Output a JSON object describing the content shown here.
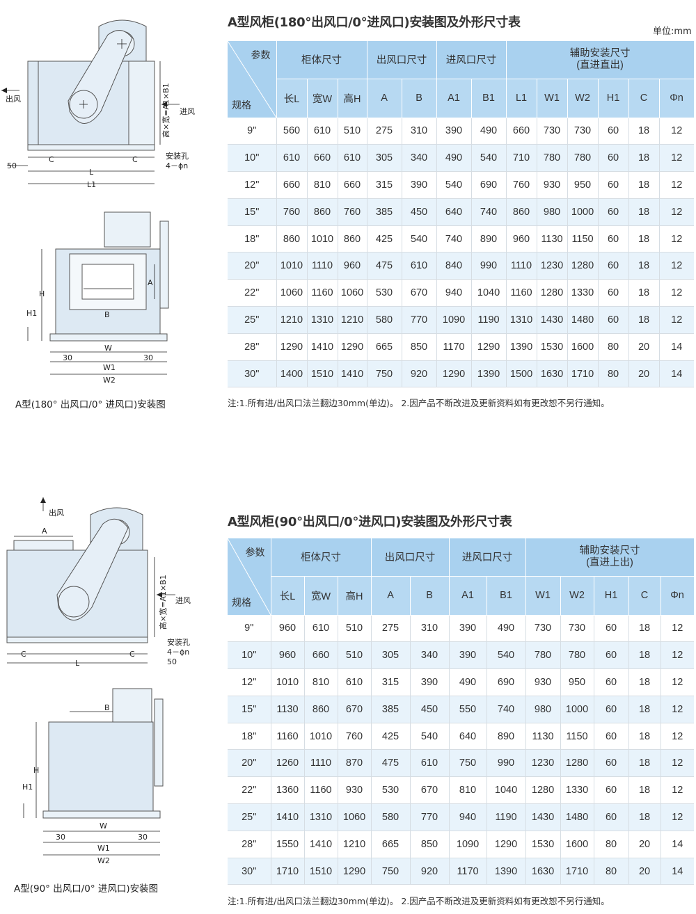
{
  "unit_label": "单位:mm",
  "section1": {
    "title": "A型风柜(180°出风口/0°进风口)安装图及外形尺寸表",
    "caption": "A型(180°  出风口/0°  进风口)安装图",
    "note": "注:1.所有进/出风口法兰翻边30mm(单边)。    2.因产品不断改进及更新资料如有更改恕不另行通知。",
    "header": {
      "param": "参数",
      "spec": "规格",
      "g1": "柜体尺寸",
      "g2": "出风口尺寸",
      "g3": "进风口尺寸",
      "g4": "辅助安装尺寸\n(直进直出)",
      "cols": [
        "长L",
        "宽W",
        "高H",
        "A",
        "B",
        "A1",
        "B1",
        "L1",
        "W1",
        "W2",
        "H1",
        "C",
        "Φn"
      ]
    },
    "rows": [
      [
        "9\"",
        "560",
        "610",
        "510",
        "275",
        "310",
        "390",
        "490",
        "660",
        "730",
        "730",
        "60",
        "18",
        "12"
      ],
      [
        "10\"",
        "610",
        "660",
        "610",
        "305",
        "340",
        "490",
        "540",
        "710",
        "780",
        "780",
        "60",
        "18",
        "12"
      ],
      [
        "12\"",
        "660",
        "810",
        "660",
        "315",
        "390",
        "540",
        "690",
        "760",
        "930",
        "950",
        "60",
        "18",
        "12"
      ],
      [
        "15\"",
        "760",
        "860",
        "760",
        "385",
        "450",
        "640",
        "740",
        "860",
        "980",
        "1000",
        "60",
        "18",
        "12"
      ],
      [
        "18\"",
        "860",
        "1010",
        "860",
        "425",
        "540",
        "740",
        "890",
        "960",
        "1130",
        "1150",
        "60",
        "18",
        "12"
      ],
      [
        "20\"",
        "1010",
        "1110",
        "960",
        "475",
        "610",
        "840",
        "990",
        "1110",
        "1230",
        "1280",
        "60",
        "18",
        "12"
      ],
      [
        "22\"",
        "1060",
        "1160",
        "1060",
        "530",
        "670",
        "940",
        "1040",
        "1160",
        "1280",
        "1330",
        "60",
        "18",
        "12"
      ],
      [
        "25\"",
        "1210",
        "1310",
        "1210",
        "580",
        "770",
        "1090",
        "1190",
        "1310",
        "1430",
        "1480",
        "60",
        "18",
        "12"
      ],
      [
        "28\"",
        "1290",
        "1410",
        "1290",
        "665",
        "850",
        "1170",
        "1290",
        "1390",
        "1530",
        "1600",
        "80",
        "20",
        "14"
      ],
      [
        "30\"",
        "1400",
        "1510",
        "1410",
        "750",
        "920",
        "1290",
        "1390",
        "1500",
        "1630",
        "1710",
        "80",
        "20",
        "14"
      ]
    ],
    "drawing": {
      "out_wind": "出风",
      "in_wind": "进风",
      "mount_hole": "安装孔",
      "holes": "4－ϕn",
      "dim_side": "高×宽=A1×B1",
      "d50": "50",
      "dC": "C",
      "dL": "L",
      "dL1": "L1",
      "dH": "H",
      "dH1": "H1",
      "dA": "A",
      "dB": "B",
      "dW": "W",
      "dW1": "W1",
      "dW2": "W2",
      "d30": "30"
    }
  },
  "section2": {
    "title": "A型风柜(90°出风口/0°进风口)安装图及外形尺寸表",
    "caption": "A型(90°  出风口/0°  进风口)安装图",
    "note": "注:1.所有进/出风口法兰翻边30mm(单边)。    2.因产品不断改进及更新资料如有更改恕不另行通知。",
    "header": {
      "param": "参数",
      "spec": "规格",
      "g1": "柜体尺寸",
      "g2": "出风口尺寸",
      "g3": "进风口尺寸",
      "g4": "辅助安装尺寸\n(直进上出)",
      "cols": [
        "长L",
        "宽W",
        "高H",
        "A",
        "B",
        "A1",
        "B1",
        "W1",
        "W2",
        "H1",
        "C",
        "Φn"
      ]
    },
    "rows": [
      [
        "9\"",
        "960",
        "610",
        "510",
        "275",
        "310",
        "390",
        "490",
        "730",
        "730",
        "60",
        "18",
        "12"
      ],
      [
        "10\"",
        "960",
        "660",
        "510",
        "305",
        "340",
        "390",
        "540",
        "780",
        "780",
        "60",
        "18",
        "12"
      ],
      [
        "12\"",
        "1010",
        "810",
        "610",
        "315",
        "390",
        "490",
        "690",
        "930",
        "950",
        "60",
        "18",
        "12"
      ],
      [
        "15\"",
        "1130",
        "860",
        "670",
        "385",
        "450",
        "550",
        "740",
        "980",
        "1000",
        "60",
        "18",
        "12"
      ],
      [
        "18\"",
        "1160",
        "1010",
        "760",
        "425",
        "540",
        "640",
        "890",
        "1130",
        "1150",
        "60",
        "18",
        "12"
      ],
      [
        "20\"",
        "1260",
        "1110",
        "870",
        "475",
        "610",
        "750",
        "990",
        "1230",
        "1280",
        "60",
        "18",
        "12"
      ],
      [
        "22\"",
        "1360",
        "1160",
        "930",
        "530",
        "670",
        "810",
        "1040",
        "1280",
        "1330",
        "60",
        "18",
        "12"
      ],
      [
        "25\"",
        "1410",
        "1310",
        "1060",
        "580",
        "770",
        "940",
        "1190",
        "1430",
        "1480",
        "60",
        "18",
        "12"
      ],
      [
        "28\"",
        "1550",
        "1410",
        "1210",
        "665",
        "850",
        "1090",
        "1290",
        "1530",
        "1600",
        "80",
        "20",
        "14"
      ],
      [
        "30\"",
        "1710",
        "1510",
        "1290",
        "750",
        "920",
        "1170",
        "1390",
        "1630",
        "1710",
        "80",
        "20",
        "14"
      ]
    ],
    "drawing": {
      "out_wind": "出风",
      "in_wind": "进风",
      "mount_hole": "安装孔",
      "holes": "4－ϕn",
      "dim_side": "高×宽=A1×B1",
      "d50": "50",
      "dC": "C",
      "dL": "L",
      "dH": "H",
      "dH1": "H1",
      "dA": "A",
      "dB": "B",
      "dW": "W",
      "dW1": "W1",
      "dW2": "W2",
      "d30": "30"
    }
  }
}
